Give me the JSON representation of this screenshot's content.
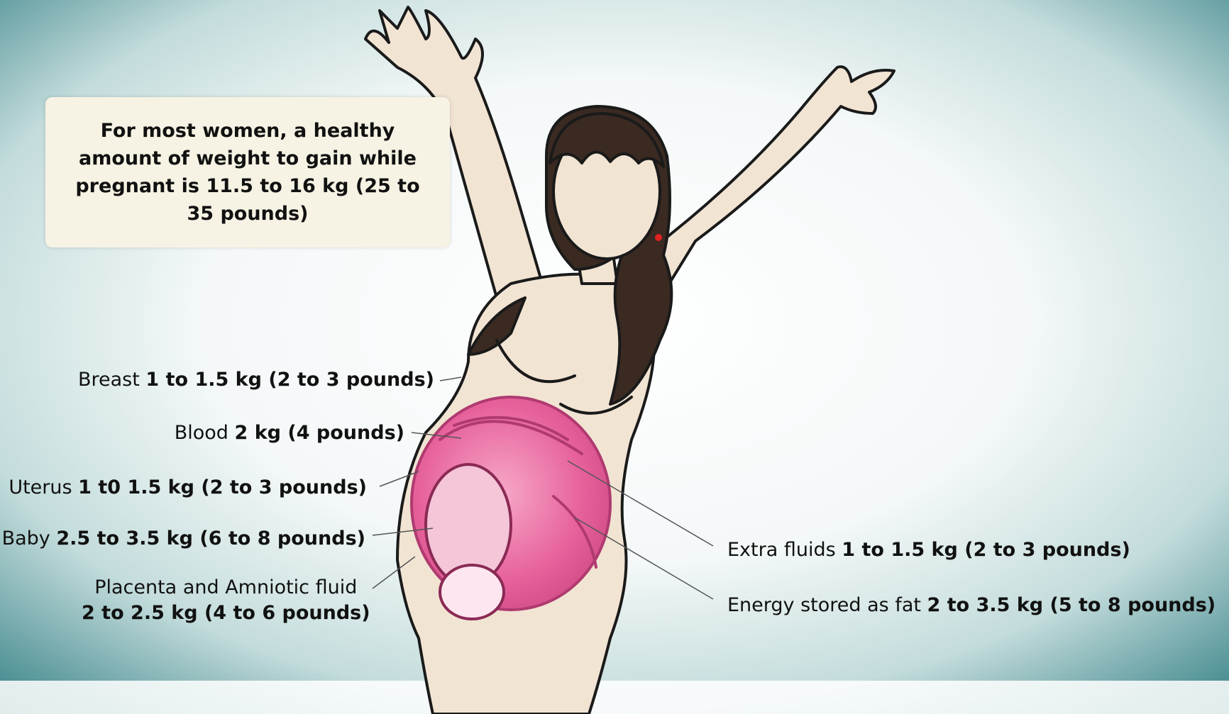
{
  "callout": {
    "text": "For most women, a healthy amount of weight to gain while pregnant is 11.5 to 16 kg (25 to 35 pounds)"
  },
  "labels": {
    "breast": {
      "name": "Breast",
      "value": "1 to 1.5 kg (2 to 3 pounds)"
    },
    "blood": {
      "name": "Blood",
      "value": "2 kg (4 pounds)"
    },
    "uterus": {
      "name": "Uterus",
      "value": "1 t0 1.5 kg (2 to 3 pounds)"
    },
    "baby": {
      "name": "Baby",
      "value": "2.5 to 3.5 kg (6 to 8 pounds)"
    },
    "placenta": {
      "name": "Placenta and Amniotic fluid",
      "value": "2 to 2.5 kg (4 to 6 pounds)"
    },
    "fluids": {
      "name": "Extra fluids",
      "value": "1 to 1.5 kg (2 to 3 pounds)"
    },
    "fat": {
      "name": "Energy stored as fat",
      "value": "2 to 3.5 kg (5 to 8 pounds)"
    }
  },
  "colors": {
    "background_edge": "#2f7d82",
    "background_center": "#ffffff",
    "skin": "#f1e4d3",
    "hair": "#3a2a22",
    "uterus": "#e6609a",
    "callout_bg": "#f7f3e4"
  }
}
